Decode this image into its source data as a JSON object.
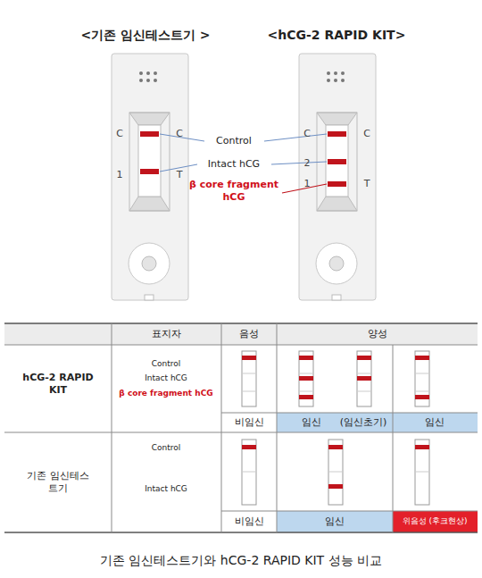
{
  "diagram": {
    "caption": "기존 임신테스트기와 hCG-2 RAPID KIT 성능 비교",
    "labels": [
      "<기존 임신테스트기 >",
      "<hCG-2 RAPID KIT>",
      "Control",
      "Intact hCG",
      "β core fragment hCG",
      "C",
      "C",
      "1",
      "T",
      "C",
      "C",
      "2",
      "T",
      "1",
      "표지자",
      "음성",
      "양성",
      "hCG-2 RAPID KIT",
      "Control",
      "Intact hCG",
      "β core fragment hCG",
      "비임신",
      "임신",
      "(임신초기)",
      "임신",
      "기존 임신테스트기",
      "Control",
      "Intact hCG",
      "비임신",
      "임신",
      "위음성 (후크현상)"
    ]
  }
}
